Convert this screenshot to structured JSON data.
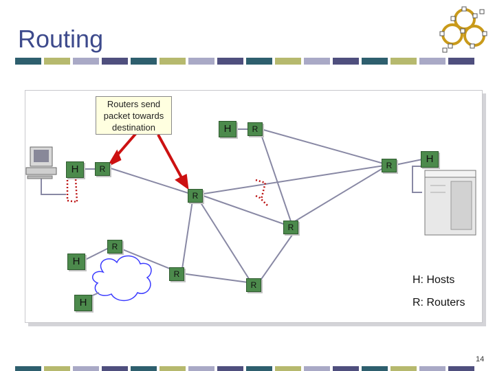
{
  "slide": {
    "title": "Routing",
    "page_number": "14"
  },
  "callout_text": "Routers send packet towards destination",
  "node_labels": {
    "host": "H",
    "router": "R"
  },
  "legend": {
    "hosts": "H: Hosts",
    "routers": "R: Routers"
  },
  "colors": {
    "title": "#3d4a8c",
    "node_box": "#4c8a4c",
    "link": "#8888a4",
    "arrow": "#cc1111",
    "packet_path": "#bb1111",
    "stripe": [
      "#2e5f6e",
      "#b6b96e",
      "#a9a9c6",
      "#4f4f7e"
    ]
  }
}
